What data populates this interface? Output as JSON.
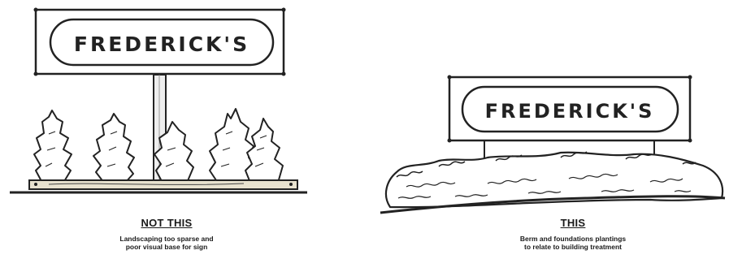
{
  "left_panel": {
    "sign_text": "FREDERICK'S",
    "caption_heading": "NOT THIS",
    "caption_lines": [
      "Landscaping too sparse and",
      "poor visual base for sign"
    ]
  },
  "right_panel": {
    "sign_text": "FREDERICK'S",
    "caption_heading": "THIS",
    "caption_lines": [
      "Berm and foundations plantings",
      "to relate to building treatment"
    ]
  },
  "colors": {
    "ink": "#222222",
    "wood": "#e8e2cf",
    "paper": "#ffffff"
  }
}
